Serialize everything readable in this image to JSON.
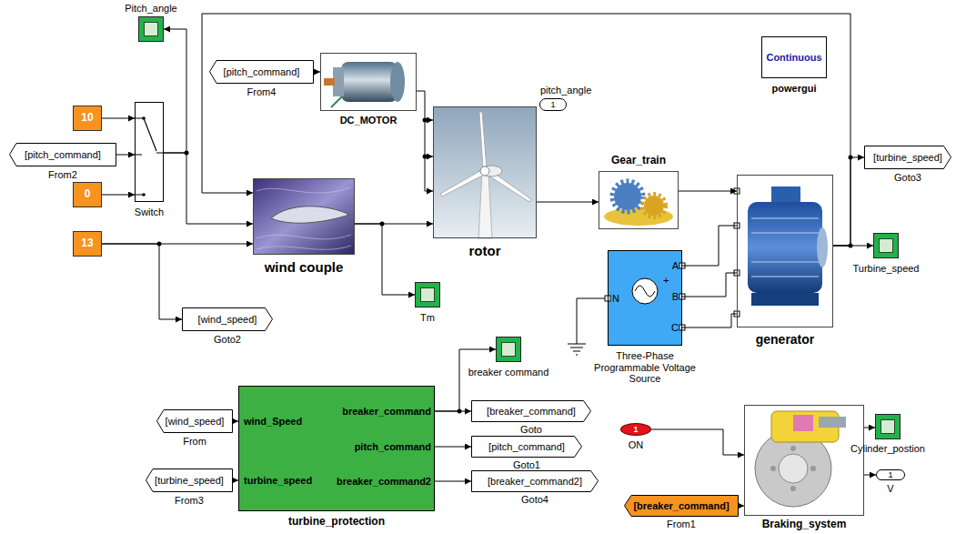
{
  "diagram": {
    "nodes": [
      {
        "text": [
          "Pitch_angle"
        ]
      },
      {
        "text": [
          "10"
        ]
      },
      {
        "text": [
          "[pitch_command]",
          "From2"
        ]
      },
      {
        "text": [
          "0"
        ]
      },
      {
        "text": [
          "Switch"
        ]
      },
      {
        "text": [
          "[pitch_command]",
          "From4"
        ]
      },
      {
        "text": [
          "DC_MOTOR"
        ]
      },
      {
        "text": [
          "wind couple"
        ]
      },
      {
        "text": [
          "13"
        ]
      },
      {
        "text": [
          "rotor"
        ]
      },
      {
        "text": [
          "pitch_angle",
          "1"
        ]
      },
      {
        "text": [
          "Gear_train"
        ]
      },
      {
        "text": [
          "Continuous",
          "powergui"
        ]
      },
      {
        "text": [
          "[turbine_speed]",
          "Goto3"
        ]
      },
      {
        "text": [
          "Tm"
        ]
      },
      {
        "text": [
          "[wind_speed]",
          "Goto2"
        ]
      },
      {
        "text": [
          "N",
          "+",
          "A",
          "B",
          "C",
          "Three-Phase Programmable Voltage Source"
        ]
      },
      {
        "text": [
          "generator"
        ]
      },
      {
        "text": [
          "Turbine_speed"
        ]
      },
      {
        "text": [
          "breaker command"
        ]
      },
      {
        "text": [
          "wind_Speed",
          "turbine_speed",
          "breaker_command",
          "pitch_command",
          "breaker_command2",
          "turbine_protection"
        ]
      },
      {
        "text": [
          "[wind_speed]",
          "From"
        ]
      },
      {
        "text": [
          "[turbine_speed]",
          "From3"
        ]
      },
      {
        "text": [
          "[breaker_command]",
          "Goto"
        ]
      },
      {
        "text": [
          "[pitch_command]",
          "Goto1"
        ]
      },
      {
        "text": [
          "[breaker_command2]",
          "Goto4"
        ]
      },
      {
        "text": [
          "1",
          "ON"
        ]
      },
      {
        "text": [
          "[breaker_command]",
          "From1"
        ]
      },
      {
        "text": [
          "Braking_system"
        ]
      },
      {
        "text": [
          "Cylinder_postion"
        ]
      },
      {
        "text": [
          "1",
          "V"
        ]
      }
    ],
    "edges": [
      {
        "from": 1,
        "to": 4,
        "arrow": "to"
      },
      {
        "from": 2,
        "to": 4,
        "arrow": "to"
      },
      {
        "from": 3,
        "to": 4,
        "arrow": "to"
      },
      {
        "from": 4,
        "to": 0,
        "arrow": "to"
      },
      {
        "from": 4,
        "to": 7,
        "arrow": "to"
      },
      {
        "from": 17,
        "to": 7,
        "arrow": "to"
      },
      {
        "from": 17,
        "to": 13,
        "arrow": "to"
      },
      {
        "from": 17,
        "to": 18,
        "arrow": "to"
      },
      {
        "from": 5,
        "to": 6,
        "arrow": "to"
      },
      {
        "from": 6,
        "to": 9,
        "arrow": "to"
      },
      {
        "from": 8,
        "to": 7,
        "arrow": "to"
      },
      {
        "from": 8,
        "to": 15,
        "arrow": "to"
      },
      {
        "from": 7,
        "to": 9,
        "arrow": "to"
      },
      {
        "from": 7,
        "to": 14,
        "arrow": "to"
      },
      {
        "from": 9,
        "to": 11,
        "arrow": "to"
      },
      {
        "from": 11,
        "to": 17,
        "arrow": "to"
      },
      {
        "from": 16,
        "to": 17,
        "arrow": "none"
      },
      {
        "from": 21,
        "to": 20,
        "arrow": "to"
      },
      {
        "from": 22,
        "to": 20,
        "arrow": "to"
      },
      {
        "from": 20,
        "to": 19,
        "arrow": "to"
      },
      {
        "from": 20,
        "to": 23,
        "arrow": "to"
      },
      {
        "from": 20,
        "to": 24,
        "arrow": "to"
      },
      {
        "from": 20,
        "to": 25,
        "arrow": "to"
      },
      {
        "from": 26,
        "to": 28,
        "arrow": "to"
      },
      {
        "from": 27,
        "to": 28,
        "arrow": "to"
      },
      {
        "from": 28,
        "to": 29,
        "arrow": "to"
      },
      {
        "from": 28,
        "to": 30,
        "arrow": "to"
      }
    ]
  }
}
